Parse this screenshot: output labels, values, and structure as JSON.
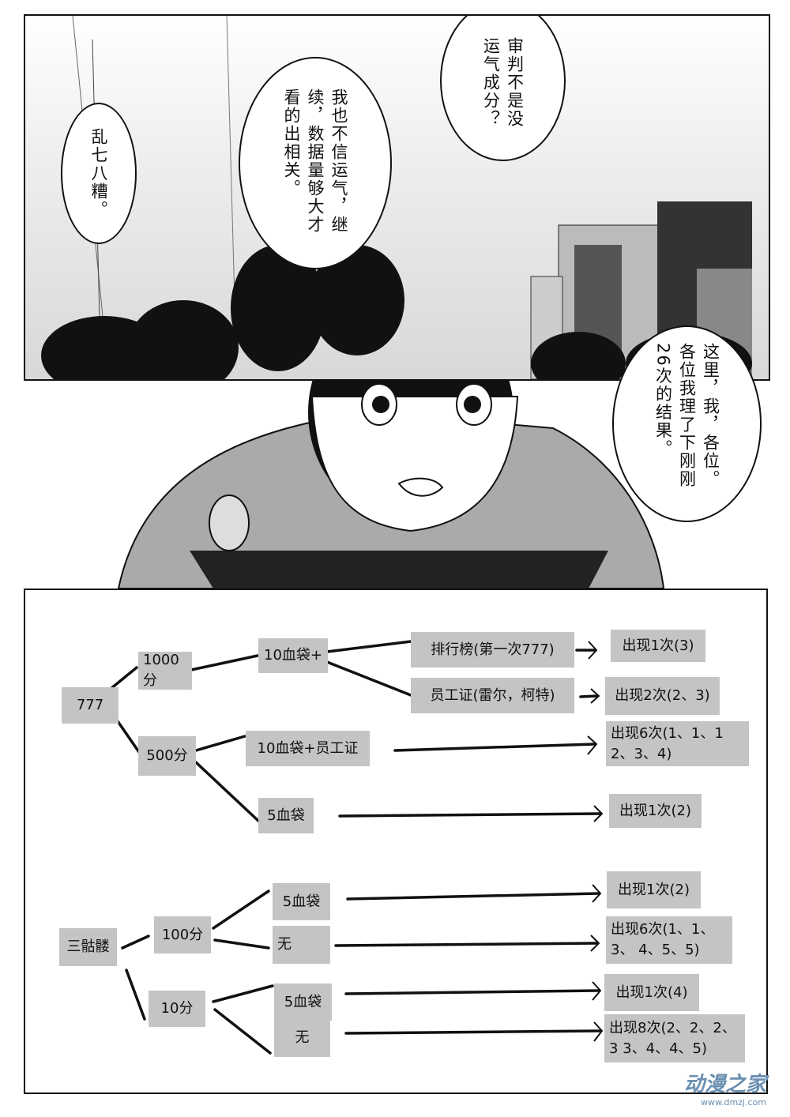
{
  "panel1": {
    "bubbles": [
      {
        "text": "乱七八糟。"
      },
      {
        "text": "我也不信运气，继续，数据量够大才看的出相关。"
      },
      {
        "text": "审判不是没运气成分？"
      }
    ]
  },
  "panel2": {
    "bubble": {
      "text": "这里，我，各位。各位我理了下刚刚26次的结果。"
    }
  },
  "diagram": {
    "tree1": {
      "root": "777",
      "b1000": "1000分",
      "b1000_item": "10血袋+",
      "leaf_rank": "排行榜(第一次777)",
      "leaf_rank_result": "出现1次(3)",
      "leaf_badge": "员工证(雷尔，柯特)",
      "leaf_badge_result": "出现2次(2、3)",
      "b500": "500分",
      "b500_item1": "10血袋+员工证",
      "b500_item1_result": "出现6次(1、1、1 2、3、4)",
      "b500_item2": "5血袋",
      "b500_item2_result": "出现1次(2)"
    },
    "tree2": {
      "root": "三骷髅",
      "b100": "100分",
      "b100_item1": "5血袋",
      "b100_item1_result": "出现1次(2)",
      "b100_item2": "无",
      "b100_item2_result": "出现6次(1、1、3、 4、5、5)",
      "b10": "10分",
      "b10_item1": "5血袋",
      "b10_item1_result": "出现1次(4)",
      "b10_item2": "无",
      "b10_item2_result": "出现8次(2、2、2、3 3、4、4、5)"
    }
  },
  "watermark": {
    "name": "动漫之家",
    "url": "www.dmzj.com"
  }
}
